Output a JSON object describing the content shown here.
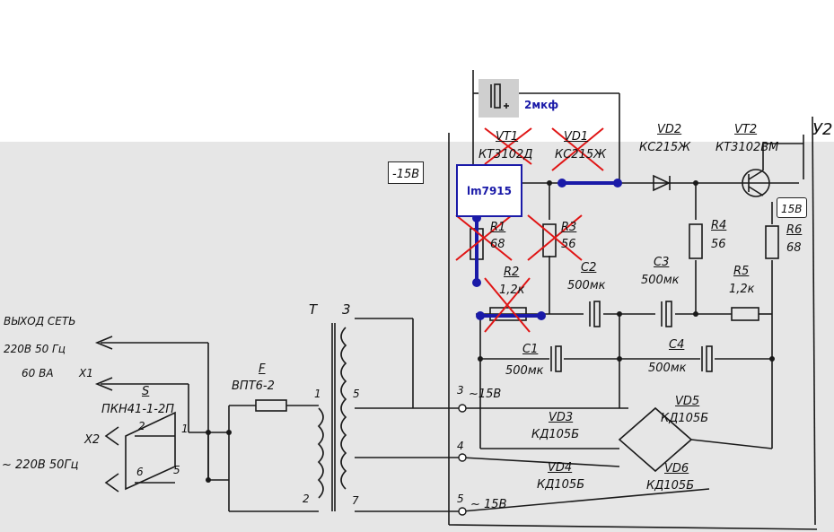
{
  "added_cap": {
    "label": "2мкф"
  },
  "regulator": {
    "label": "lm7915"
  },
  "minus15": "-15В",
  "vt1": {
    "ref": "VT1",
    "type": "КТ3102Д"
  },
  "vd1": {
    "ref": "VD1",
    "type": "КС215Ж"
  },
  "vd2": {
    "ref": "VD2",
    "type": "КС215Ж"
  },
  "vt2": {
    "ref": "VT2",
    "type": "КТ3102ВМ"
  },
  "r1": {
    "ref": "R1",
    "value": "68"
  },
  "r2": {
    "ref": "R2",
    "value": "1,2к"
  },
  "r3": {
    "ref": "R3",
    "value": "56"
  },
  "r4": {
    "ref": "R4",
    "value": "56"
  },
  "r5": {
    "ref": "R5",
    "value": "1,2к"
  },
  "r6": {
    "ref": "R6",
    "value": "68"
  },
  "c1": {
    "ref": "С1",
    "value": "500мк"
  },
  "c2": {
    "ref": "С2",
    "value": "500мк"
  },
  "c3": {
    "ref": "С3",
    "value": "500мк"
  },
  "c4": {
    "ref": "С4",
    "value": "500мк"
  },
  "v15_box": "15В",
  "transformer": {
    "ref": "Т",
    "winding": "3"
  },
  "fuse": {
    "ref": "F",
    "type": "ВПТ6-2"
  },
  "outlet": {
    "line1": "ВЫХОД СЕТЬ",
    "line2": "220В 50 Гц",
    "line3": "60 ВА",
    "ref": "Х1"
  },
  "switch": {
    "ref": "S",
    "type": "ПКН41-1-2П"
  },
  "inlet": {
    "ref": "Х2",
    "text": "~ 220В 50Гц"
  },
  "pins": {
    "p1": "1",
    "p2": "2",
    "p5": "5",
    "p6": "6",
    "t1": "1",
    "t2": "2",
    "t5": "5",
    "t7": "7",
    "n3": "3",
    "n4": "4",
    "n5": "5"
  },
  "ac15_a": "~15В",
  "ac15_b": "~ 15В",
  "vd3": {
    "ref": "VD3",
    "type": "КД105Б"
  },
  "vd4": {
    "ref": "VD4",
    "type": "КД105Б"
  },
  "vd5": {
    "ref": "VD5",
    "type": "КД105Б"
  },
  "vd6": {
    "ref": "VD6",
    "type": "КД105Б"
  },
  "edge_mark": "У2"
}
